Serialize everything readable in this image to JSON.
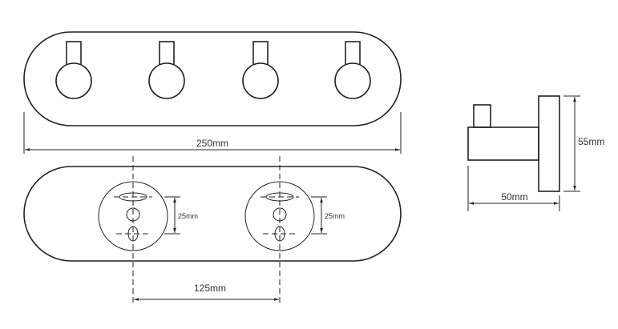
{
  "dimensions": {
    "overall_length": "250mm",
    "mount_spacing": "125mm",
    "mount_hole_spacing": "25mm",
    "depth": "50mm",
    "height": "55mm"
  },
  "colors": {
    "line": "#222222",
    "text": "#333333"
  }
}
